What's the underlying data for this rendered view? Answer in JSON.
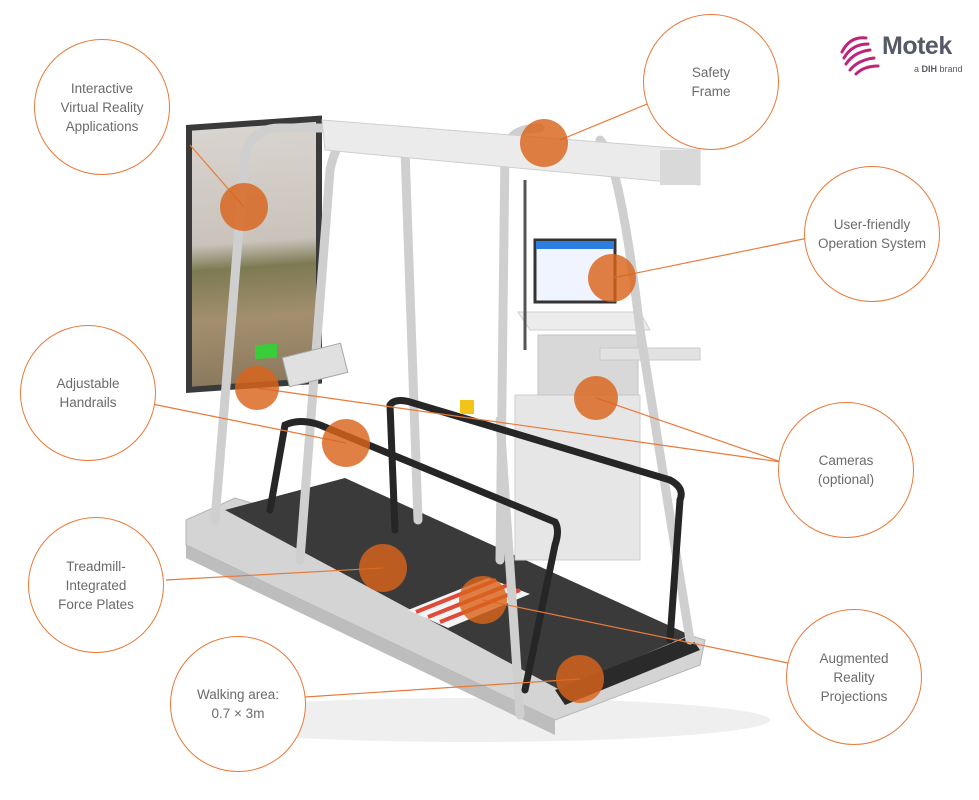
{
  "brand": {
    "name": "Motek",
    "tagline_prefix": "a",
    "tagline_brand": "DIH",
    "tagline_suffix": "brand",
    "color": "#555a66",
    "mark_color": "#c0237a"
  },
  "accent_color": "#e87a3a",
  "marker_color": "#d9641c",
  "callouts": [
    {
      "key": "vr",
      "label": "Interactive\nVirtual Reality\nApplications"
    },
    {
      "key": "safety",
      "label": "Safety\nFrame"
    },
    {
      "key": "ui",
      "label": "User-friendly\nOperation System"
    },
    {
      "key": "handrails",
      "label": "Adjustable\nHandrails"
    },
    {
      "key": "cameras",
      "label": "Cameras\n(optional)"
    },
    {
      "key": "forceplates",
      "label": "Treadmill-Integrated\nForce Plates"
    },
    {
      "key": "walking",
      "label": "Walking area:\n0.7 × 3m"
    },
    {
      "key": "ar",
      "label": "Augmented Reality\nProjections"
    }
  ]
}
